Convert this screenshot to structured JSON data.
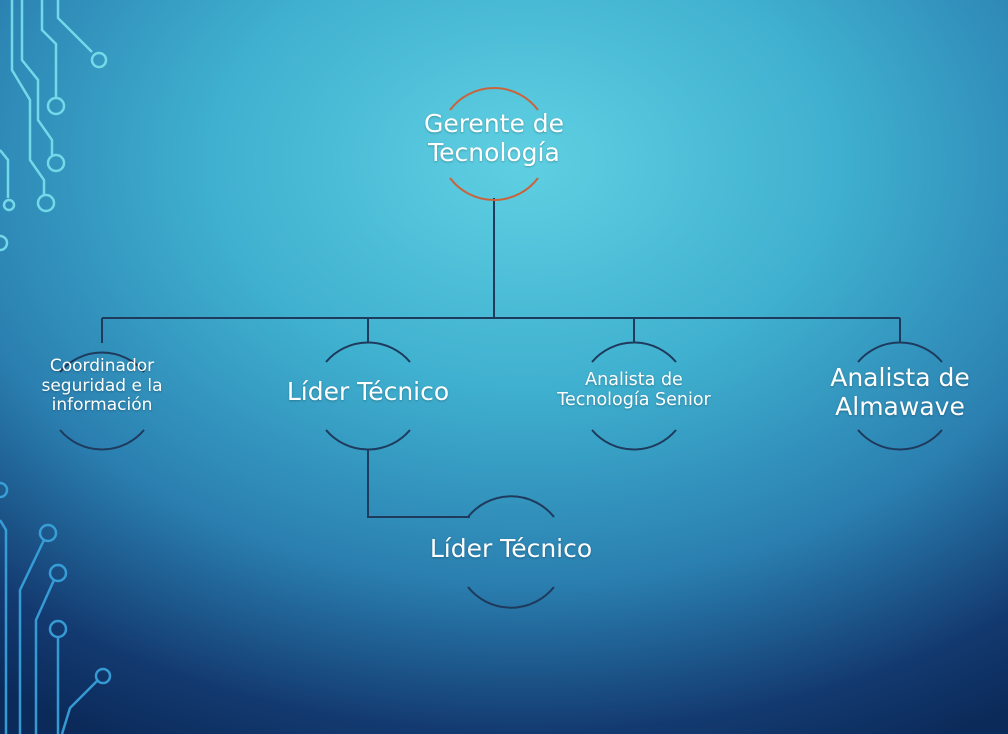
{
  "org_chart": {
    "root": {
      "title_line1": "Gerente de",
      "title_line2": "Tecnología"
    },
    "children": [
      {
        "line1": "Coordinador",
        "line2": "seguridad e la",
        "line3": "información"
      },
      {
        "line1": "Líder Técnico"
      },
      {
        "line1": "Analista de",
        "line2": "Tecnología Senior"
      },
      {
        "line1": "Analista de",
        "line2": "Almawave"
      }
    ],
    "subordinate": {
      "line1": "Líder Técnico"
    }
  },
  "colors": {
    "root_arc": "#c8643c",
    "node_arc": "#1e3a5c",
    "connector": "#1e3a5c",
    "circuit_light": "#7fe6f0",
    "circuit_dark": "#3aa6e0",
    "text": "#ffffff"
  }
}
